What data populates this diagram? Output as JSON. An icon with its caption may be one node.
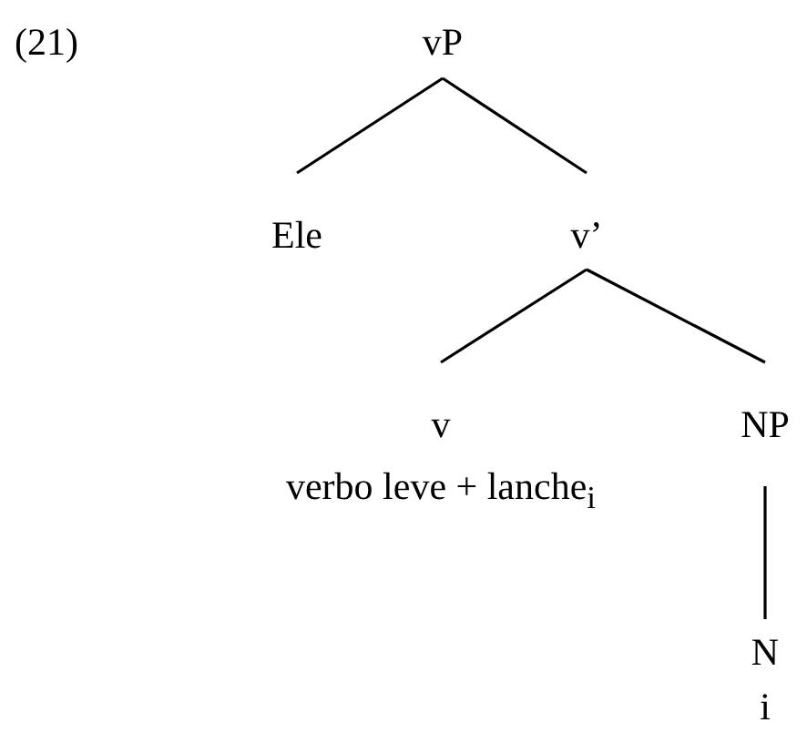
{
  "diagram": {
    "nodes": [
      {
        "text": [
          "vP"
        ]
      },
      {
        "text": [
          "Ele"
        ]
      },
      {
        "text": [
          "v’"
        ]
      },
      {
        "text": [
          "v",
          "verbo leve + lanche$_{i}$"
        ]
      },
      {
        "text": [
          "NP"
        ]
      },
      {
        "text": [
          "N",
          "i"
        ]
      }
    ],
    "edges": [
      {
        "from": 0,
        "to": 1,
        "arrow": "none"
      },
      {
        "from": 0,
        "to": 2,
        "arrow": "none"
      },
      {
        "from": 2,
        "to": 3,
        "arrow": "none"
      },
      {
        "from": 2,
        "to": 4,
        "arrow": "none"
      },
      {
        "from": 4,
        "to": 5,
        "arrow": "none"
      }
    ],
    "labels": [
      "(21)"
    ]
  }
}
